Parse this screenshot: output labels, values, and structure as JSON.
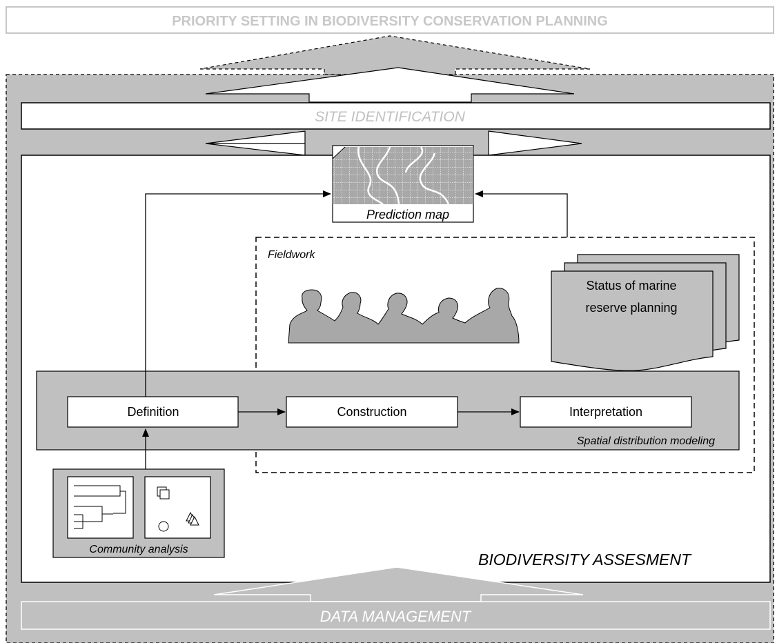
{
  "title": "PRIORITY SETTING IN BIODIVERSITY CONSERVATION PLANNING",
  "site_identification": "SITE IDENTIFICATION",
  "biodiversity_assessment": "BIODIVERSITY ASSESMENT",
  "data_management": "DATA MANAGEMENT",
  "prediction_map": "Prediction map",
  "fieldwork": "Fieldwork",
  "status_document": {
    "line1": "Status of marine",
    "line2": "reserve planning"
  },
  "modeling": {
    "label": "Spatial distribution modeling",
    "steps": [
      "Definition",
      "Construction",
      "Interpretation"
    ]
  },
  "community_analysis": "Community analysis",
  "colors": {
    "panel": "#c0c0c0",
    "dark_gray": "#a0a0a0",
    "arrow_white": "#ffffff",
    "label_gray": "#c0c0c0"
  },
  "icons": [
    "map-icon",
    "people-silhouettes-icon",
    "stacked-documents-icon",
    "dendrogram-icon",
    "ordination-shapes-icon"
  ]
}
